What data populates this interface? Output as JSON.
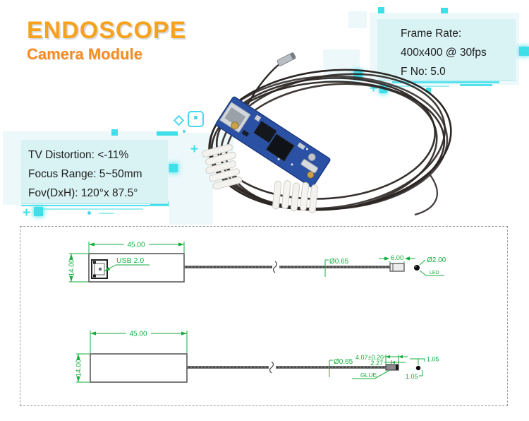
{
  "header": {
    "title": "ENDOSCOPE",
    "subtitle": "Camera Module"
  },
  "frame_rate_box": {
    "line1": "Frame Rate:",
    "line2": "400x400 @ 30fps",
    "line3": "F No: 5.0"
  },
  "optical_box": {
    "line1": "TV Distortion: <-11%",
    "line2": "Focus Range: 5~50mm",
    "line3": "Fov(DxH): 120°x 87.5°"
  },
  "drawing_top": {
    "pcb_width": "45.00",
    "pcb_height": "14.00",
    "usb_label": "USB 2.0",
    "cable_diameter": "Ø0.65",
    "tip_length": "6.00",
    "tip_diameter": "Ø2.00",
    "led_label": "LED"
  },
  "drawing_side": {
    "pcb_width": "45.00",
    "pcb_height": "14.00",
    "cable_diameter": "Ø0.65",
    "tip_length_tolerance": "4.07±0.20",
    "lens_length": "2.27",
    "glue_label": "GLUE",
    "led_width": "1.05",
    "led_height": "1.05"
  },
  "colors": {
    "title_orange": "#F6A21E",
    "subtitle_orange": "#F68B1F",
    "spec_box_cyan": "#D9F3F5",
    "decor_cyan": "#3FDFE9",
    "cad_green": "#14AE3E",
    "pcb_blue": "#2B51A5"
  }
}
